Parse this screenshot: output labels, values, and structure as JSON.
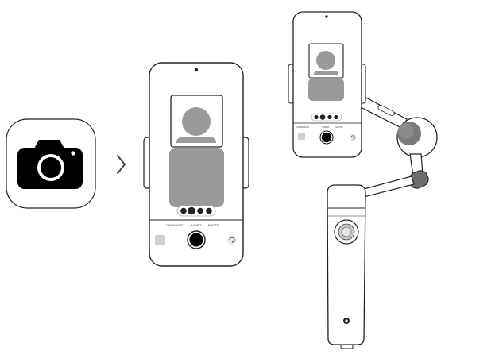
{
  "camera_app_icon": {
    "icon": "camera-icon"
  },
  "arrow": {
    "icon": "chevron-right-icon"
  },
  "phone_screen": {
    "modes": [
      "CINEMATIC",
      "VIDEO",
      "PHOTO"
    ],
    "selected_mode": "VIDEO",
    "controls": [
      "gallery-thumbnail",
      "shutter-button",
      "switch-camera-button"
    ]
  },
  "gimbal": {
    "handle_icon": "gimbal-logo-icon"
  },
  "colors": {
    "icon_bg": "#000000",
    "placeholder": "#9a9a9a",
    "outline": "#222222"
  }
}
